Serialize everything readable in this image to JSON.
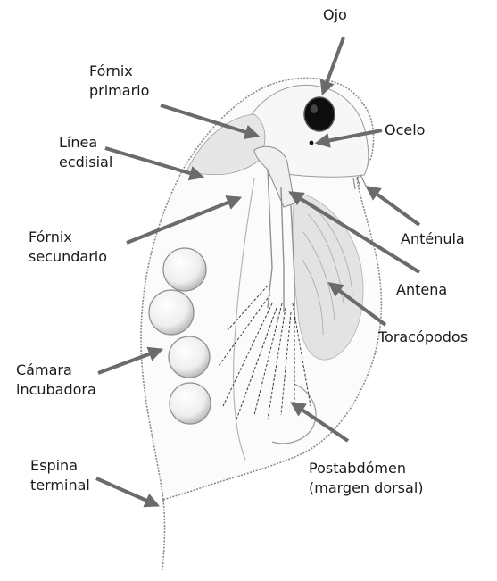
{
  "labels": {
    "ojo": "Ojo",
    "ocelo": "Ocelo",
    "fornix_primario": [
      "Fórnix",
      "primario"
    ],
    "linea_ecdisial": [
      "Línea",
      "ecdisial"
    ],
    "fornix_secundario": [
      "Fórnix",
      "secundario"
    ],
    "antenula": "Anténula",
    "antena": "Antena",
    "toracopodos": "Toracópodos",
    "camara_incubadora": [
      "Cámara",
      "incubadora"
    ],
    "espina_terminal": [
      "Espina",
      "terminal"
    ],
    "postabdomen": [
      "Postabdómen",
      "(margen dorsal)"
    ]
  },
  "colors": {
    "arrow": "#6b6b6b",
    "outline": "#8a8a8a",
    "shading": "#d9d9d9",
    "eye": "#0d0d0d",
    "text": "#1a1a1a"
  }
}
